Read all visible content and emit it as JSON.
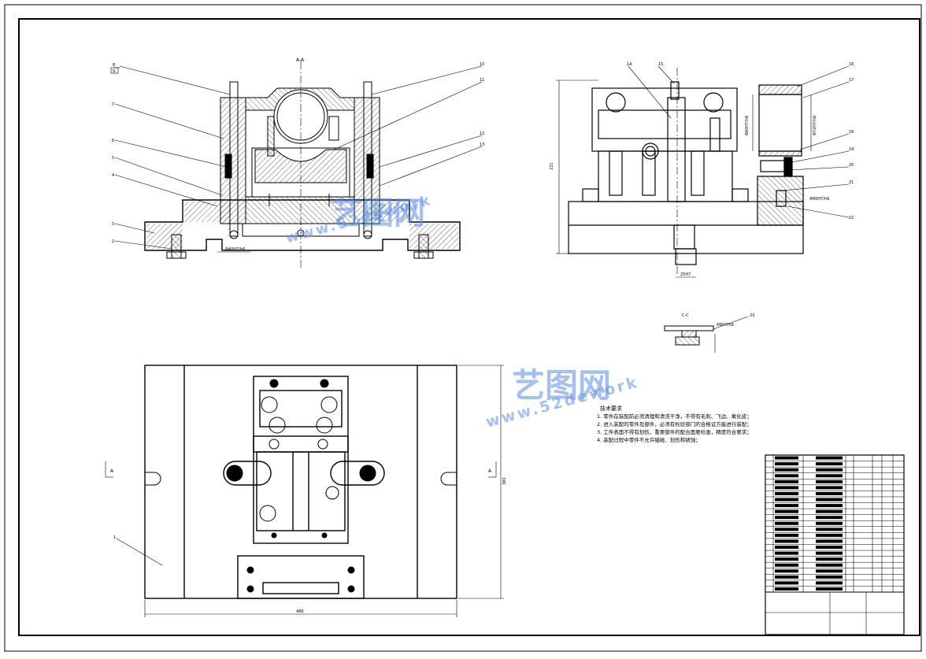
{
  "view_labels": {
    "section_aa": "A-A",
    "section_cc": "C-C",
    "arrow_a": "A"
  },
  "callouts_front": [
    "8",
    "7",
    "6",
    "5",
    "4",
    "3",
    "2",
    "9",
    "10",
    "11",
    "12",
    "13"
  ],
  "callouts_side": [
    "14",
    "15",
    "16",
    "17",
    "18",
    "19",
    "20",
    "21",
    "22",
    "23"
  ],
  "callout_bottom": "1",
  "box_label": "9",
  "dims": {
    "front_fit": "Φ40H7/h6",
    "side_height": "221",
    "side_fit_1": "Φ60H7/h6",
    "side_fit_2": "Φ72H7/h6",
    "side_fit_3": "Φ40H7/h6",
    "side_bottom": "25H7",
    "cc_fit": "Φ8H7/h6",
    "plan_width": "486",
    "plan_height": "380"
  },
  "tech_req": {
    "title": "技术要求",
    "items": [
      "1. 零件在装配前必须清理和清洗干净，不得有毛刺、飞边、氧化皮；",
      "2. 进入装配的零件及部件，必须有检验部门的合格证方能进行装配；",
      "3. 工件表面不得有划伤，重要部件的配合面要检查，精度符合要求；",
      "4. 装配过程中零件不允许磕碰、划伤和锈蚀；"
    ]
  },
  "watermark": {
    "brand": "艺图网",
    "url": "www.52dework"
  },
  "colors": {
    "line": "#000000",
    "watermark": "#5a8ce6"
  }
}
